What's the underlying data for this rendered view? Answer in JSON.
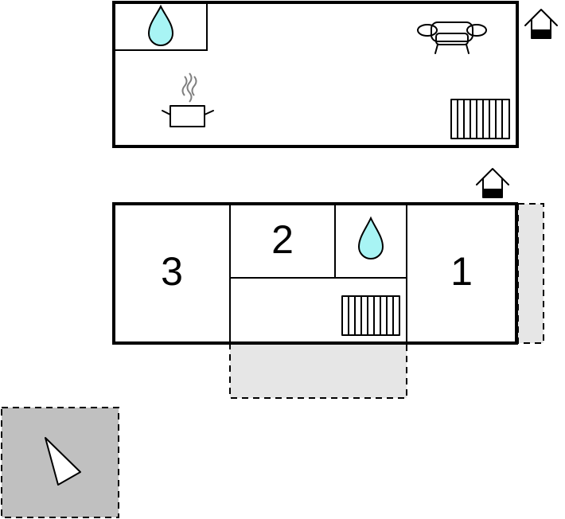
{
  "floors": [
    {
      "rooms": [],
      "icons": [
        "water-drop-icon",
        "sofa-icon",
        "kitchen-pot-icon",
        "radiator-icon",
        "entrance-house-icon"
      ]
    },
    {
      "rooms": [
        {
          "label": "3"
        },
        {
          "label": "2"
        },
        {
          "label": "1"
        }
      ],
      "icons": [
        "water-drop-icon",
        "radiator-icon",
        "entrance-house-icon"
      ]
    }
  ],
  "compass": {
    "icon": "north-arrow-icon"
  },
  "colors": {
    "wall": "#000000",
    "water": "#a8f4f4",
    "terrace_fill": "#e6e6e6",
    "compass_fill": "#c0c0c0",
    "icon_gray": "#808080"
  }
}
